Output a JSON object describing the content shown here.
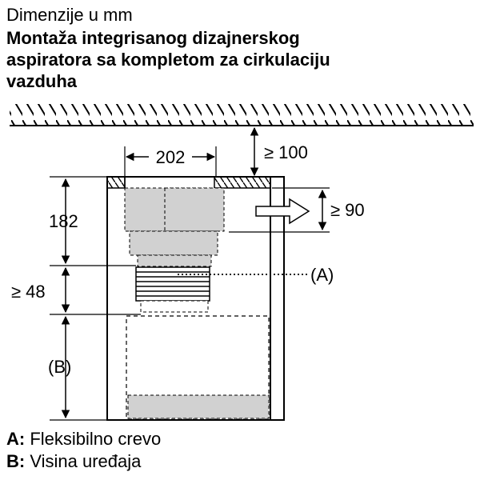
{
  "header": {
    "subtitle": "Dimenzije u mm",
    "title_lines": [
      "Montaža integrisanog dizajnerskog",
      "aspiratora sa kompletom za cirkulaciju",
      "vazduha"
    ]
  },
  "dimensions": {
    "top_width": "202",
    "ceiling_gap": "≥ 100",
    "outlet_gap": "≥ 90",
    "upper_height": "182",
    "hose_height": "≥ 48",
    "appliance_height": "(B)"
  },
  "callouts": {
    "hose": "(A)"
  },
  "legend": [
    {
      "key": "A:",
      "text": "Fleksibilno crevo"
    },
    {
      "key": "B:",
      "text": "Visina uređaja"
    }
  ]
}
